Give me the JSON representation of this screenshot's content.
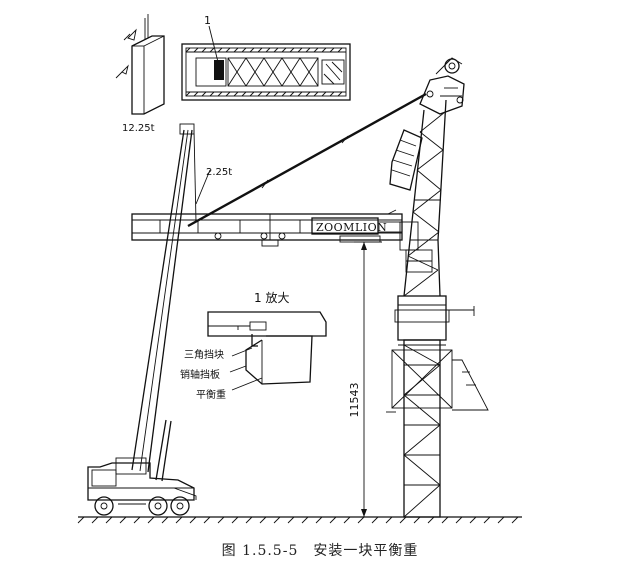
{
  "callouts": {
    "detail_marker": "1",
    "counterweight_weight": "12.25t",
    "hook_load": "2.25t",
    "brand": "ZOOMLION",
    "height_dimension": "11543"
  },
  "detail": {
    "title": "1 放大",
    "labels": [
      "三角挡块",
      "销轴挡板",
      "平衡重"
    ]
  },
  "caption": "图 1.5.5-5　安装一块平衡重"
}
